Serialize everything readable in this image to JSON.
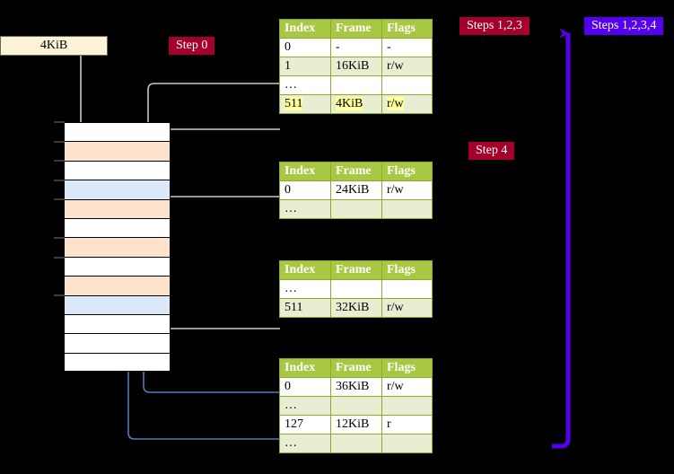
{
  "diagram": {
    "title_elements": {
      "mem_block_label": "4KiB",
      "step0_label": "Step 0",
      "steps123_label": "Steps 1,2,3",
      "steps1234_label": "Steps 1,2,3,4",
      "step4_label": "Step 4"
    },
    "colors": {
      "table_header": "#a8c843",
      "table_alt_row": "#e9eed3",
      "highlight": "#ffff99",
      "badge_red": "#a4002a",
      "badge_violet": "#5500ee",
      "mem_block_fill": "#fdf3d8",
      "mem_row_peach": "#fde2cc",
      "mem_row_blue": "#dbe8f7",
      "arrow_gray": "#c8c8c8",
      "arrow_blue": "#4a7ebb"
    },
    "columns": [
      "Index",
      "Frame",
      "Flags"
    ],
    "tables": [
      {
        "name": "pml4-table",
        "rows": [
          {
            "index": "0",
            "frame": "-",
            "flags": "-",
            "alt": false,
            "highlight": false
          },
          {
            "index": "1",
            "frame": "16KiB",
            "flags": "r/w",
            "alt": true,
            "highlight": false
          },
          {
            "index": "…",
            "frame": "",
            "flags": "",
            "alt": false,
            "highlight": false
          },
          {
            "index": "511",
            "frame": "4KiB",
            "flags": "r/w",
            "alt": true,
            "highlight": true
          }
        ]
      },
      {
        "name": "pdpt-table",
        "rows": [
          {
            "index": "0",
            "frame": "24KiB",
            "flags": "r/w",
            "alt": false,
            "highlight": false
          },
          {
            "index": "…",
            "frame": "",
            "flags": "",
            "alt": true,
            "highlight": false
          }
        ]
      },
      {
        "name": "pd-table",
        "rows": [
          {
            "index": "…",
            "frame": "",
            "flags": "",
            "alt": false,
            "highlight": false
          },
          {
            "index": "511",
            "frame": "32KiB",
            "flags": "r/w",
            "alt": true,
            "highlight": false
          }
        ]
      },
      {
        "name": "pt-table",
        "rows": [
          {
            "index": "0",
            "frame": "36KiB",
            "flags": "r/w",
            "alt": false,
            "highlight": false
          },
          {
            "index": "…",
            "frame": "",
            "flags": "",
            "alt": true,
            "highlight": false
          },
          {
            "index": "127",
            "frame": "12KiB",
            "flags": "r",
            "alt": false,
            "highlight": false
          },
          {
            "index": "…",
            "frame": "",
            "flags": "",
            "alt": true,
            "highlight": false
          }
        ]
      }
    ],
    "memory_rows": [
      {
        "fill": "white"
      },
      {
        "fill": "peach"
      },
      {
        "fill": "white"
      },
      {
        "fill": "blue"
      },
      {
        "fill": "peach"
      },
      {
        "fill": "white"
      },
      {
        "fill": "peach"
      },
      {
        "fill": "white"
      },
      {
        "fill": "peach"
      },
      {
        "fill": "blue"
      },
      {
        "fill": "white"
      },
      {
        "fill": "white"
      },
      {
        "fill": "white"
      }
    ]
  }
}
